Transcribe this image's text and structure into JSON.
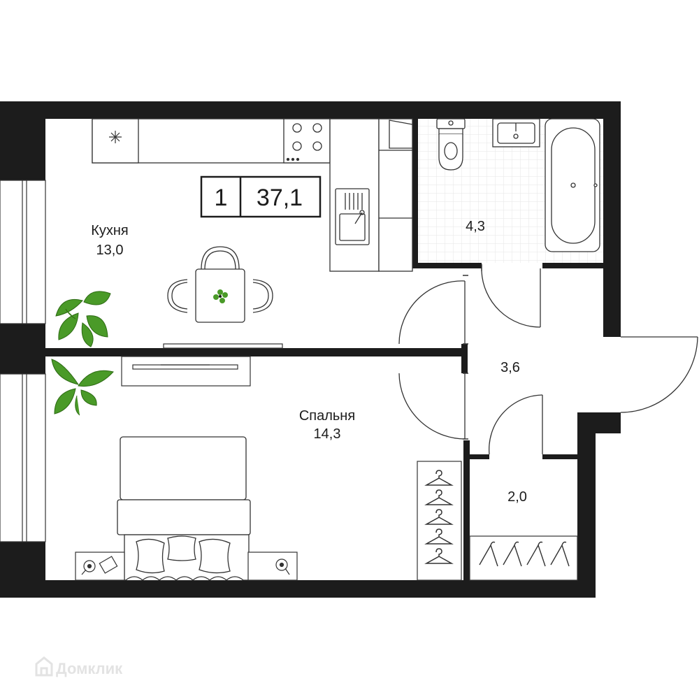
{
  "badge": {
    "rooms": "1",
    "area": "37,1"
  },
  "rooms": {
    "kitchen": {
      "name": "Кухня",
      "area": "13,0"
    },
    "bathroom": {
      "area": "4,3"
    },
    "hallway": {
      "area": "3,6"
    },
    "bedroom": {
      "name": "Спальня",
      "area": "14,3"
    },
    "closet": {
      "area": "2,0"
    }
  },
  "logo": {
    "text": "Домклик"
  },
  "colors": {
    "wall": "#1c1c1c",
    "plant": "#4a9a28",
    "line": "#333333",
    "tile": "#e6e6e6"
  },
  "icons": [
    "snowflake-icon",
    "hanger-icon",
    "house-icon"
  ]
}
